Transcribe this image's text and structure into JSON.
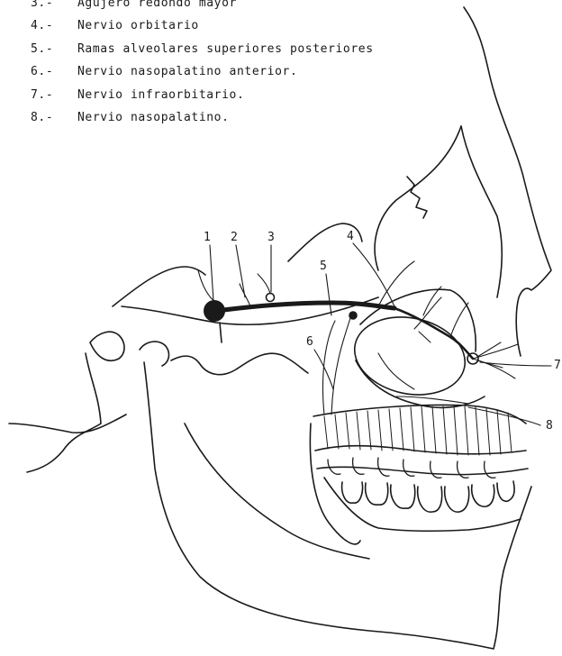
{
  "legend": [
    {
      "number": "3.-",
      "text": "Agujero redondo mayor"
    },
    {
      "number": "4.-",
      "text": "Nervio orbitario"
    },
    {
      "number": "5.-",
      "text": "Ramas alveolares superiores posteriores"
    },
    {
      "number": "6.-",
      "text": "Nervio nasopalatino anterior."
    },
    {
      "number": "7.-",
      "text": "Nervio infraorbitario."
    },
    {
      "number": "8.-",
      "text": "Nervio nasopalatino."
    }
  ],
  "callouts": [
    "1",
    "2",
    "3",
    "4",
    "5",
    "6",
    "7",
    "8"
  ],
  "colors": {
    "ink": "#1a1a1a",
    "background": "#ffffff"
  }
}
